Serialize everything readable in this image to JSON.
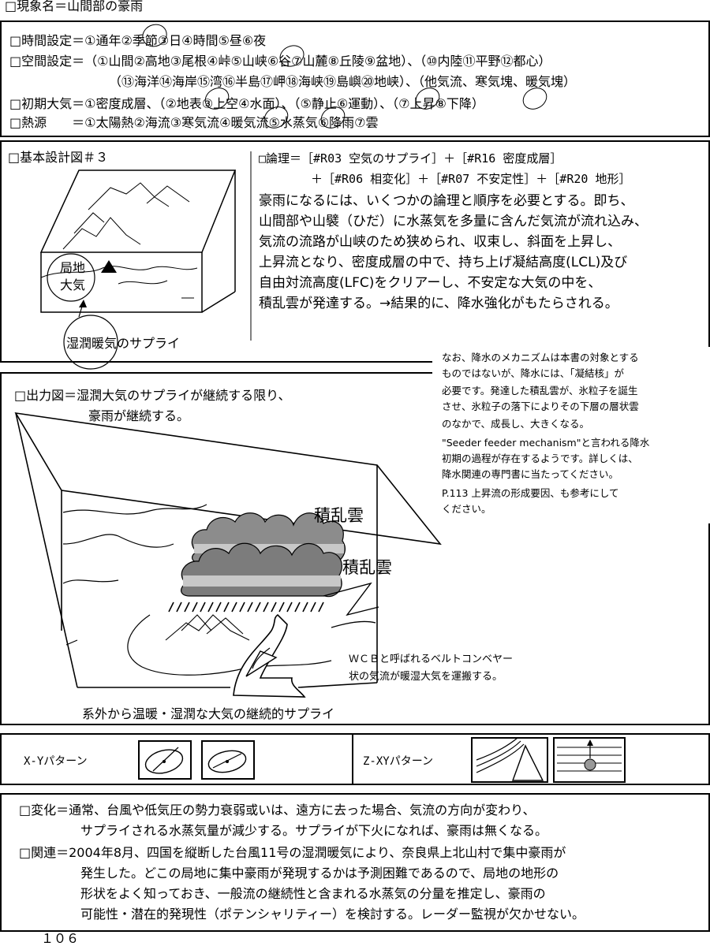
{
  "title": "□現象名＝山間部の豪雨",
  "settings": {
    "time": "□時間設定＝①通年②季節③日④時間⑤昼⑥夜",
    "space1": "□空間設定＝（①山間②高地③尾根④峠⑤山峡⑥谷⑦山麓⑧丘陵⑨盆地）、（⑩内陸⑪平野⑫都心）",
    "space2": "（⑬海洋⑭海岸⑮湾⑯半島⑰岬⑱海峡⑲島嶼⑳地峡）、（他気流、寒気塊、暖気塊）",
    "initial": "□初期大気＝①密度成層、（②地表③上空④水面）、（⑤静止⑥運動）、（⑦上昇⑧下降）",
    "heat": "□熱源　　＝①太陽熱②海流③寒気流④暖気流⑤水蒸気⑥降雨⑦雲"
  },
  "design": {
    "heading": "□基本設計図＃３",
    "label_local": "局地",
    "label_air": "大気",
    "supply": "湿潤暖気のサプライ"
  },
  "logic": {
    "line1": "□論理＝［#R03 空気のサプライ］＋［#R16 密度成層］",
    "line2": "＋［#R06 相変化］＋［#R07 不安定性］＋［#R20 地形］",
    "body": [
      "豪雨になるには、いくつかの論理と順序を必要とする。即ち、",
      "山間部や山襞（ひだ）に水蒸気を多量に含んだ気流が流れ込み、",
      "気流の流路が山峡のため狭められ、収束し、斜面を上昇し、",
      "上昇流となり、密度成層の中で、持ち上げ凝結高度(LCL)及び",
      "自由対流高度(LFC)をクリアーし、不安定な大気の中を、",
      "積乱雲が発達する。→結果的に、降水強化がもたらされる。"
    ]
  },
  "note": [
    "なお、降水のメカニズムは本書の対象とする",
    "ものではないが、降水には、「凝結核」が",
    "必要です。発達した積乱雲が、氷粒子を誕生",
    "させ、氷粒子の落下によりその下層の層状雲",
    "のなかで、成長し、大きくなる。",
    "\"Seeder feeder mechanism\"と言われる降水",
    "初期の過程が存在するようです。詳しくは、",
    "降水関連の専門書に当たってください。",
    "P.113 上昇流の形成要因、も参考にして",
    "ください。"
  ],
  "output": {
    "line1": "□出力図＝湿潤大気のサプライが継続する限り、",
    "line2": "豪雨が継続する。",
    "cloud1": "積乱雲",
    "cloud2": "積乱雲",
    "wcb1": "ＷＣＢと呼ばれるベルトコンベヤー",
    "wcb2": "状の気流が暖湿大気を運搬する。",
    "caption": "系外から温暖・湿潤な大気の継続的サプライ"
  },
  "patterns": {
    "xy": "X-Yパターン",
    "zxy": "Z-XYパターン"
  },
  "change": {
    "l1": "□変化＝通常、台風や低気圧の勢力衰弱或いは、遠方に去った場合、気流の方向が変わり、",
    "l2": "サプライされる水蒸気量が減少する。サプライが下火になれば、豪雨は無くなる。"
  },
  "relation": {
    "l1": "□関連＝2004年8月、四国を縦断した台風11号の湿潤暖気により、奈良県上北山村で集中豪雨が",
    "l2": "発生した。どこの局地に集中豪雨が発現するかは予測困難であるので、局地の地形の",
    "l3": "形状をよく知っておき、一般流の継続性と含まれる水蒸気の分量を推定し、豪雨の",
    "l4": "可能性・潜在的発現性（ポテンシャリティー）を検討する。レーダー監視が欠かせない。"
  },
  "page_number": "１０６"
}
